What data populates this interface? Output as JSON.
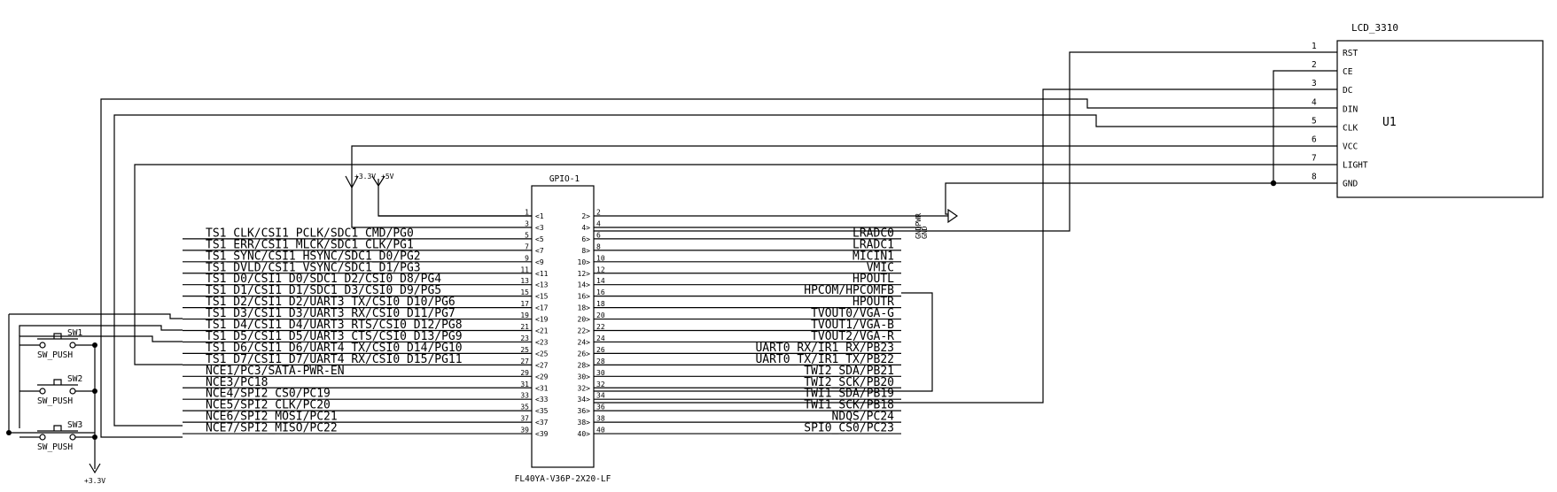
{
  "gpio": {
    "ref": "GPIO-1",
    "part": "FL40YA-V36P-2X20-LF",
    "left_signals": [
      "",
      "",
      "TS1_CLK/CSI1_PCLK/SDC1_CMD/PG0",
      "TS1_ERR/CSI1_MLCK/SDC1_CLK/PG1",
      "TS1_SYNC/CSI1_HSYNC/SDC1_D0/PG2",
      "TS1_DVLD/CSI1_VSYNC/SDC1_D1/PG3",
      "TS1_D0/CSI1_D0/SDC1_D2/CSI0_D8/PG4",
      "TS1_D1/CSI1_D1/SDC1_D3/CSI0_D9/PG5",
      "TS1_D2/CSI1_D2/UART3_TX/CSI0_D10/PG6",
      "TS1_D3/CSI1_D3/UART3_RX/CSI0_D11/PG7",
      "TS1_D4/CSI1_D4/UART3_RTS/CSI0_D12/PG8",
      "TS1_D5/CSI1_D5/UART3_CTS/CSI0_D13/PG9",
      "TS1_D6/CSI1_D6/UART4_TX/CSI0_D14/PG10",
      "TS1_D7/CSI1_D7/UART4_RX/CSI0_D15/PG11",
      "NCE1/PC3/SATA-PWR-EN",
      "NCE3/PC18",
      "NCE4/SPI2_CS0/PC19",
      "NCE5/SPI2_CLK/PC20",
      "NCE6/SPI2_MOSI/PC21",
      "NCE7/SPI2_MISO/PC22"
    ],
    "right_signals": [
      "",
      "",
      "LRADC0",
      "LRADC1",
      "MICIN1",
      "VMIC",
      "HPOUTL",
      "HPCOM/HPCOMFB",
      "HPOUTR",
      "TVOUT0/VGA-G",
      "TVOUT1/VGA-B",
      "TVOUT2/VGA-R",
      "UART0_RX/IR1_RX/PB23",
      "UART0_TX/IR1_TX/PB22",
      "TWI2_SDA/PB21",
      "TWI2_SCK/PB20",
      "TWI1_SDA/PB19",
      "TWI1_SCK/PB18",
      "NDQS/PC24",
      "SPI0_CS0/PC23"
    ],
    "left_pins": [
      "1",
      "3",
      "5",
      "7",
      "9",
      "11",
      "13",
      "15",
      "17",
      "19",
      "21",
      "23",
      "25",
      "27",
      "29",
      "31",
      "33",
      "35",
      "37",
      "39"
    ],
    "right_pins": [
      "2",
      "4",
      "6",
      "8",
      "10",
      "12",
      "14",
      "16",
      "18",
      "20",
      "22",
      "24",
      "26",
      "28",
      "30",
      "32",
      "34",
      "36",
      "38",
      "40"
    ]
  },
  "lcd": {
    "title": "LCD_3310",
    "ref": "U1",
    "pins": [
      {
        "num": "1",
        "name": "RST"
      },
      {
        "num": "2",
        "name": "CE"
      },
      {
        "num": "3",
        "name": "DC"
      },
      {
        "num": "4",
        "name": "DIN"
      },
      {
        "num": "5",
        "name": "CLK"
      },
      {
        "num": "6",
        "name": "VCC"
      },
      {
        "num": "7",
        "name": "LIGHT"
      },
      {
        "num": "8",
        "name": "GND"
      }
    ]
  },
  "switches": [
    {
      "ref": "SW1",
      "value": "SW_PUSH"
    },
    {
      "ref": "SW2",
      "value": "SW_PUSH"
    },
    {
      "ref": "SW3",
      "value": "SW_PUSH"
    }
  ],
  "power": {
    "v33_top": "+3.3V",
    "v5_top": "+5V",
    "v33_bottom": "+3.3V",
    "gnd": "GND",
    "gnd_pwr": "GNDPWR"
  }
}
